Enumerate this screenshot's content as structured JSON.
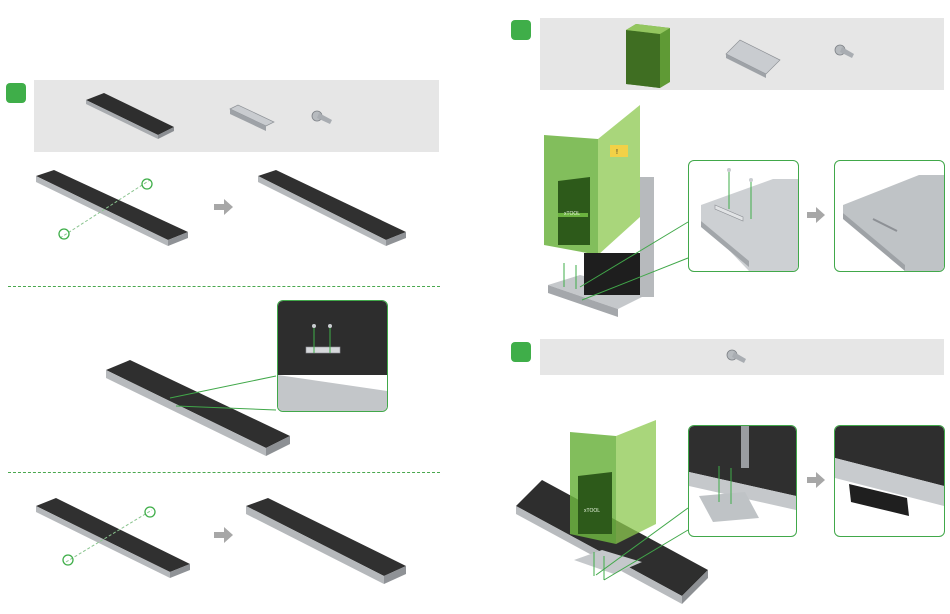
{
  "colors": {
    "accent_green": "#3fae49",
    "panel_gray": "#e6e6e6",
    "belt_dark": "#2b2b2b",
    "frame_silver": "#b9bcc0",
    "shield_green": "#7fc241",
    "arrow_gray": "#a7a7a7"
  },
  "left_column": {
    "step1": {
      "badge_label": "",
      "parts": [
        "conveyor-belt-part",
        "mounting-bracket-part",
        "screw-part"
      ],
      "sequence": [
        "rotate-hint-icon",
        "arrow-right-icon",
        "result"
      ]
    },
    "step2": {
      "zoom_label": ""
    },
    "step3": {
      "sequence": [
        "rotate-hint-icon",
        "arrow-right-icon",
        "result"
      ]
    }
  },
  "right_column": {
    "step4": {
      "badge_label": "",
      "parts": [
        "enclosure-part",
        "baseplate-bracket-part",
        "screw-part"
      ],
      "housing_label": "xTOOL",
      "warning_label": "!"
    },
    "step5": {
      "badge_label": "",
      "parts": [
        "screw-part"
      ],
      "housing_label": "xTOOL"
    }
  }
}
